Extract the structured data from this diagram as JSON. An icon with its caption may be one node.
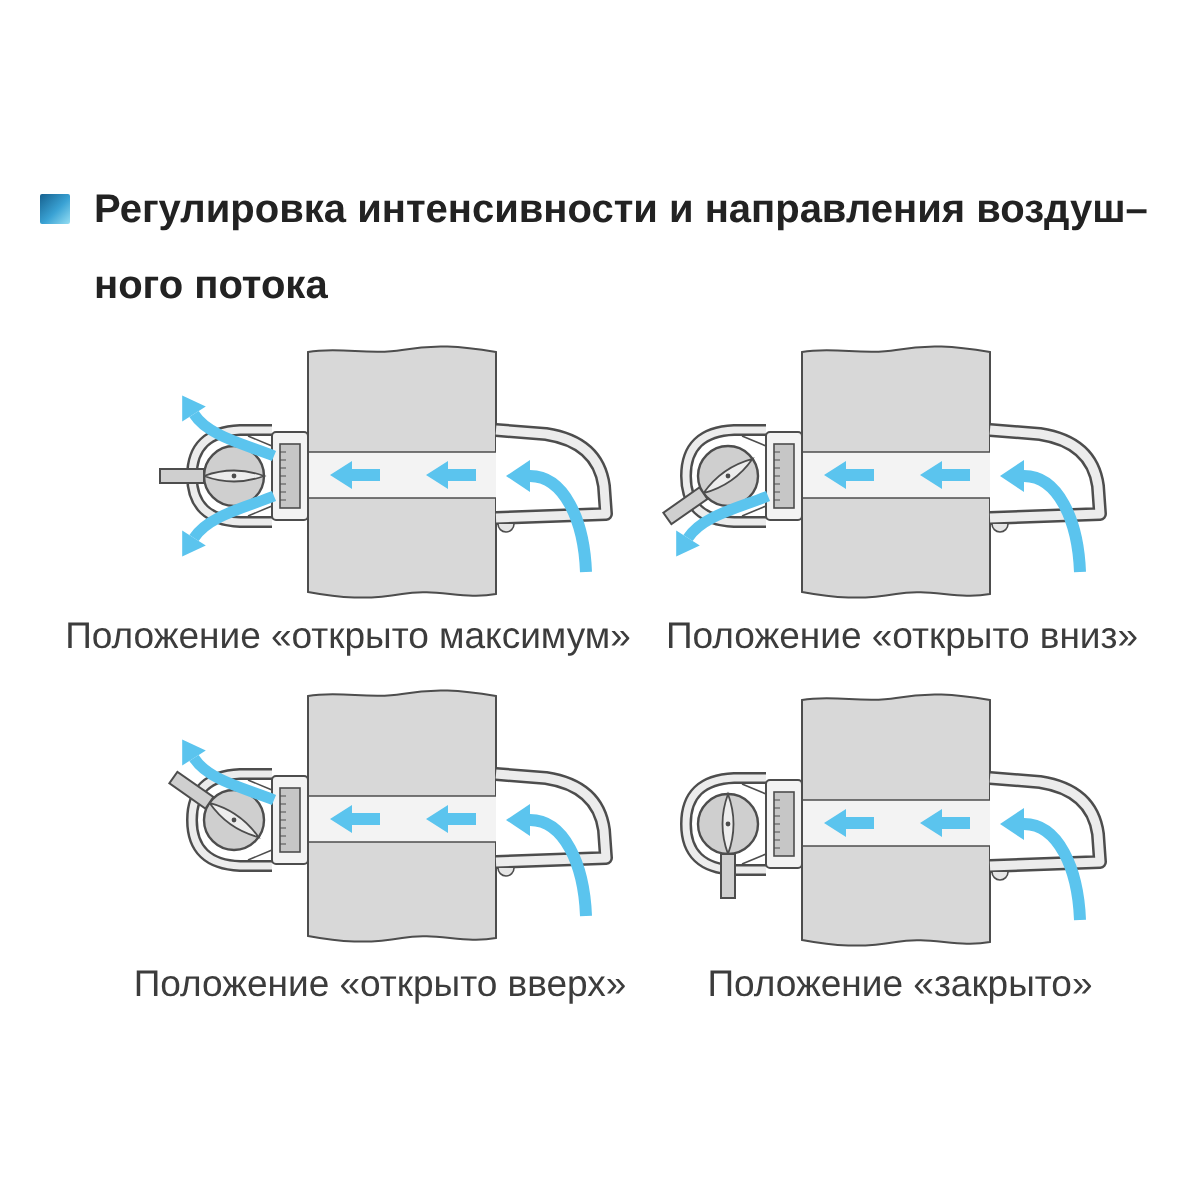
{
  "diagram": {
    "title": "Регулировка интенсивности и направления воздуш– ного потока",
    "labels": [
      "Положение «открыто максимум»",
      "Положение «открыто вниз»",
      "Положение «открыто вверх»",
      "Положение «закрыто»"
    ]
  }
}
